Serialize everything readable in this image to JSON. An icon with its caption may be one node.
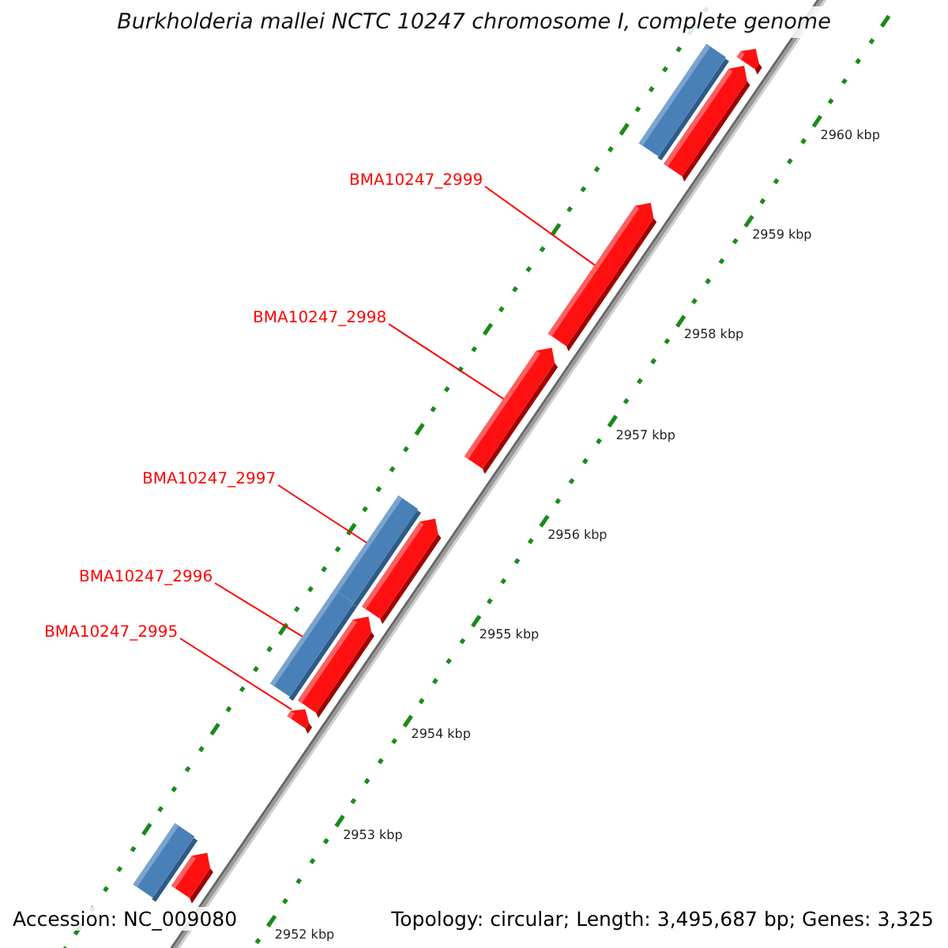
{
  "diagram": {
    "title": "Burkholderia mallei NCTC 10247 chromosome I, complete genome",
    "nodes": [
      {
        "text": [
          "BMA10247_2999"
        ]
      },
      {
        "text": [
          "BMA10247_2998"
        ]
      },
      {
        "text": [
          "BMA10247_2997"
        ]
      },
      {
        "text": [
          "BMA10247_2996"
        ]
      },
      {
        "text": [
          "BMA10247_2995"
        ]
      },
      {
        "text": [],
        "shape": "pentagon"
      },
      {
        "text": [],
        "shape": "bar"
      },
      {
        "text": [],
        "shape": "pentagon"
      },
      {
        "text": [],
        "shape": "pentagon"
      },
      {
        "text": [],
        "shape": "pentagon"
      },
      {
        "text": [],
        "shape": "bar"
      },
      {
        "text": [],
        "shape": "pentagon"
      },
      {
        "text": [],
        "shape": "bar"
      },
      {
        "text": [],
        "shape": "pentagon"
      },
      {
        "text": [],
        "shape": "pentagon"
      },
      {
        "text": [],
        "shape": "bar"
      },
      {
        "text": [],
        "shape": "pentagon"
      }
    ],
    "edges": [
      {
        "from": 0,
        "to": 8,
        "arrow": "none"
      },
      {
        "from": 1,
        "to": 9,
        "arrow": "none"
      },
      {
        "from": 2,
        "to": 10,
        "arrow": "none"
      },
      {
        "from": 3,
        "to": 12,
        "arrow": "none"
      },
      {
        "from": 4,
        "to": 14,
        "arrow": "none"
      }
    ],
    "labels": [
      "2960 kbp",
      "2959 kbp",
      "2958 kbp",
      "2957 kbp",
      "2956 kbp",
      "2955 kbp",
      "2954 kbp",
      "2953 kbp",
      "2952 kbp",
      "Accession: NC_009080",
      "Topology: circular; Length: 3,495,687 bp; Genes: 3,325"
    ]
  }
}
